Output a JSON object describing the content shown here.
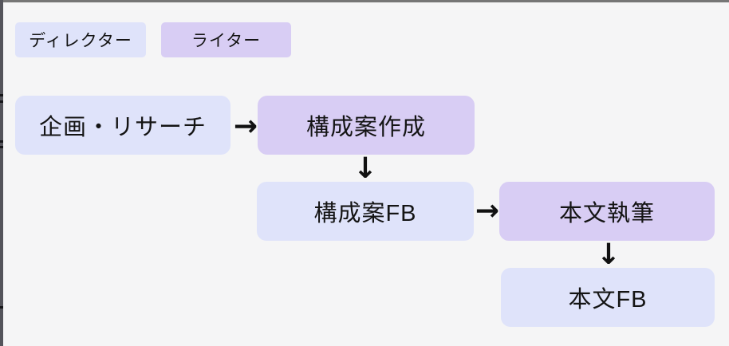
{
  "colors": {
    "background": "#f5f5f6",
    "director": "#dfe3fa",
    "writer": "#d8cdf4",
    "text": "#141414",
    "arrow": "#111111",
    "top_border": "#767676",
    "left_strip": "#54545b"
  },
  "legend": {
    "items": [
      {
        "label": "ディレクター",
        "role": "director"
      },
      {
        "label": "ライター",
        "role": "writer"
      }
    ]
  },
  "flow": {
    "nodes": [
      {
        "id": "planning-research",
        "label": "企画・リサーチ",
        "role": "director"
      },
      {
        "id": "outline-creation",
        "label": "構成案作成",
        "role": "writer"
      },
      {
        "id": "outline-feedback",
        "label": "構成案FB",
        "role": "director"
      },
      {
        "id": "body-writing",
        "label": "本文執筆",
        "role": "writer"
      },
      {
        "id": "body-feedback",
        "label": "本文FB",
        "role": "director"
      }
    ],
    "arrows": [
      {
        "from": "planning-research",
        "to": "outline-creation",
        "direction": "right",
        "glyph": "→"
      },
      {
        "from": "outline-creation",
        "to": "outline-feedback",
        "direction": "down",
        "glyph": "↓"
      },
      {
        "from": "outline-feedback",
        "to": "body-writing",
        "direction": "right",
        "glyph": "→"
      },
      {
        "from": "body-writing",
        "to": "body-feedback",
        "direction": "down",
        "glyph": "↓"
      }
    ]
  }
}
